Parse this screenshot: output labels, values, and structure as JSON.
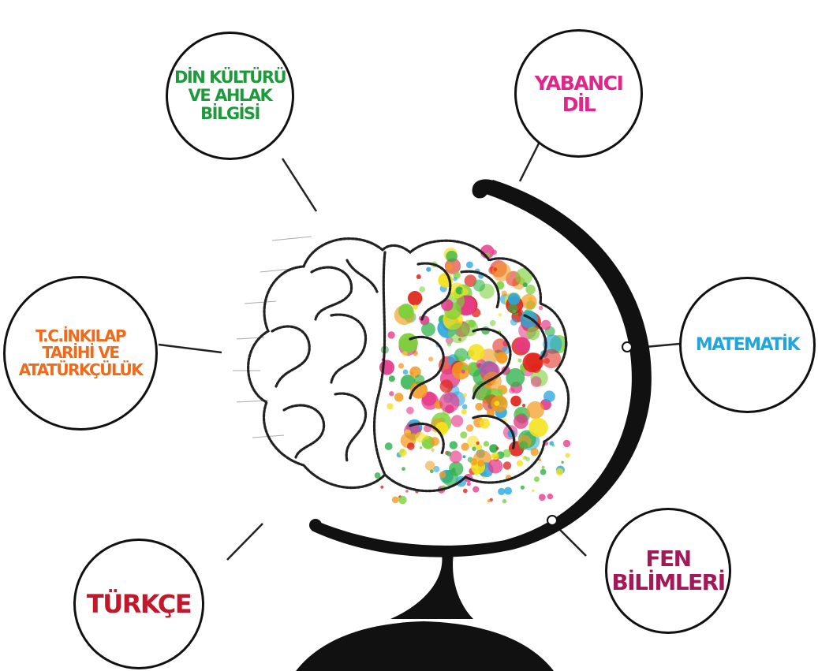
{
  "subjects": [
    {
      "id": "din",
      "label": "DİN KÜLTÜRÜ\nVE AHLAK\nBİLGİSİ",
      "color": "#1e9a3c"
    },
    {
      "id": "yabanci",
      "label": "YABANCI\nDİL",
      "color": "#e0268a"
    },
    {
      "id": "inkilap",
      "label": "T.C.İNKILAP\nTARİHİ VE\nATATÜRKÇÜLÜK",
      "color": "#f06a1a"
    },
    {
      "id": "matematik",
      "label": "MATEMATİK",
      "color": "#22a4dd"
    },
    {
      "id": "turkce",
      "label": "TÜRKÇE",
      "color": "#c1182c"
    },
    {
      "id": "fen",
      "label": "FEN\nBİLİMLERİ",
      "color": "#a01a58"
    }
  ],
  "colors": {
    "globe_stand": "#111111",
    "brain_outline": "#222222",
    "splash": [
      "#2fb24a",
      "#2aa7de",
      "#f3e11b",
      "#e63c8c",
      "#e0251b",
      "#7ad13a",
      "#f39a1e"
    ]
  }
}
